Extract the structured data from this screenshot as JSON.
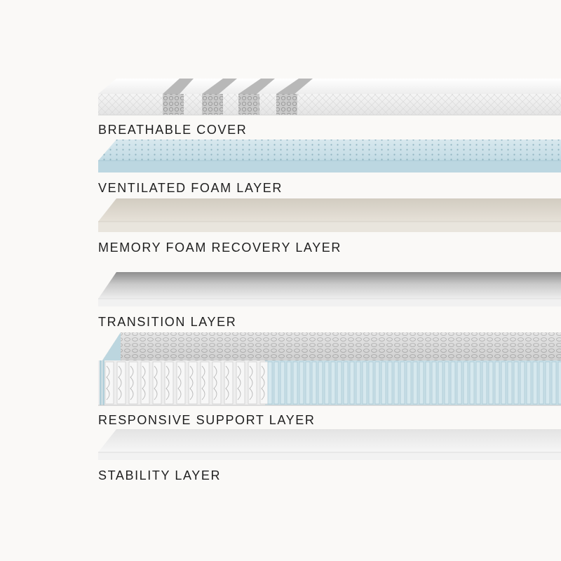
{
  "layers": [
    {
      "id": "cover",
      "label": "BREATHABLE COVER",
      "color": "#f4f4f4"
    },
    {
      "id": "ventilated",
      "label": "VENTILATED FOAM LAYER",
      "color": "#c4dde6"
    },
    {
      "id": "memory",
      "label": "MEMORY FOAM RECOVERY LAYER",
      "color": "#e6e1d8"
    },
    {
      "id": "transition",
      "label": "TRANSITION LAYER",
      "color": "#eaeaea"
    },
    {
      "id": "support",
      "label": "RESPONSIVE SUPPORT LAYER",
      "color": "#c6dfe7"
    },
    {
      "id": "stability",
      "label": "STABILITY LAYER",
      "color": "#f0f0f0"
    }
  ]
}
